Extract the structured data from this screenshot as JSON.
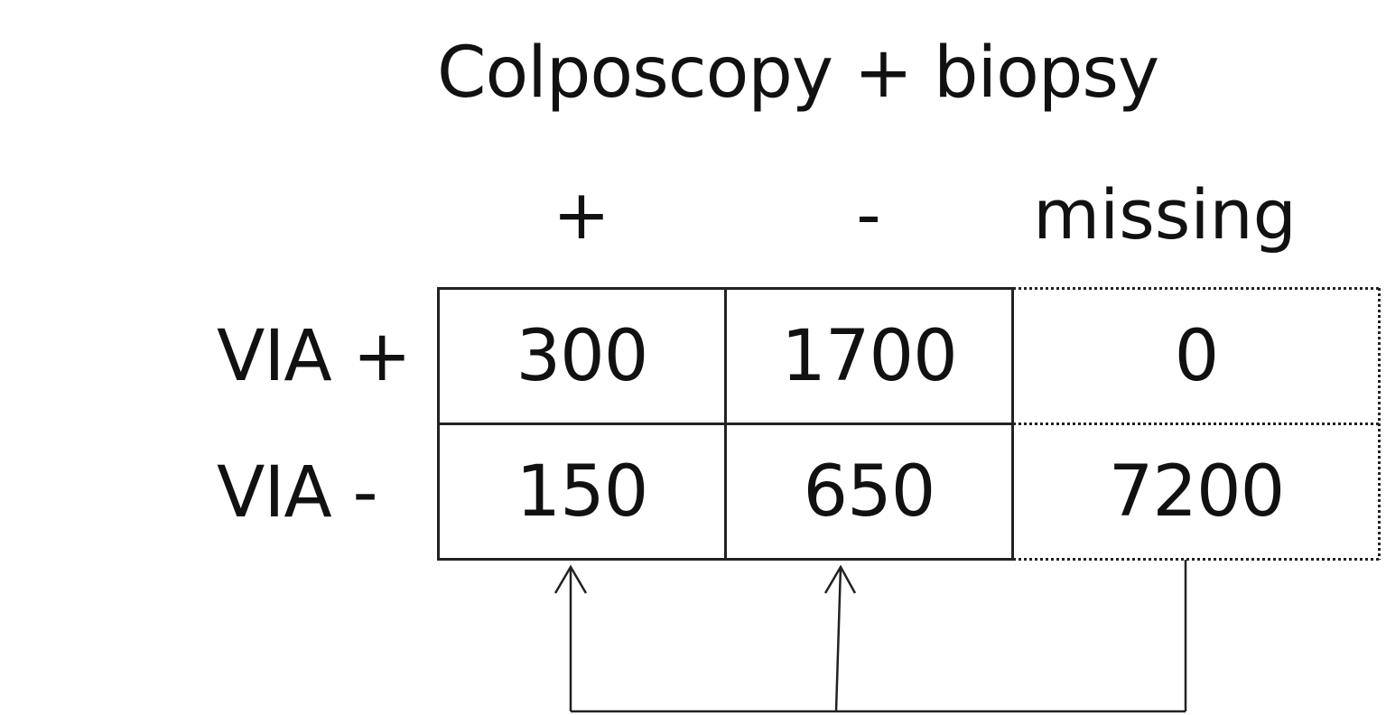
{
  "title": "Colposcopy + biopsy",
  "columns": [
    "+",
    "-",
    "missing"
  ],
  "rows": [
    {
      "label": "VIA +",
      "values": [
        "300",
        "1700",
        "0"
      ]
    },
    {
      "label": "VIA -",
      "values": [
        "150",
        "650",
        "7200"
      ]
    }
  ],
  "colors": {
    "line": "#222222",
    "text": "#111111"
  }
}
